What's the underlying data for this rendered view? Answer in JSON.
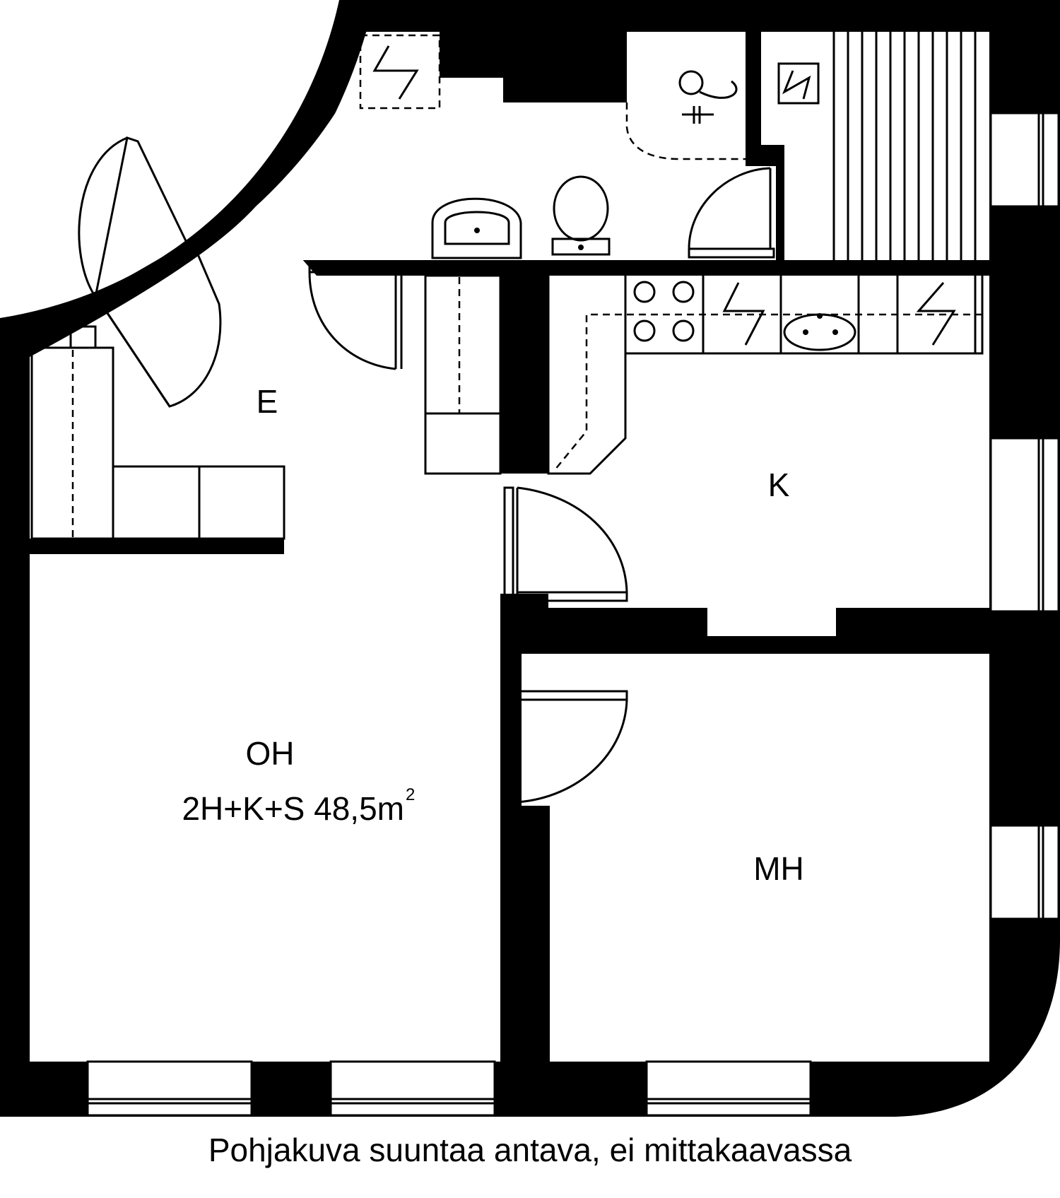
{
  "rooms": {
    "entrance": "E",
    "kitchen": "K",
    "living_room": "OH",
    "bedroom": "MH"
  },
  "apartment": {
    "type": "2H+K+S 48,5m",
    "area_superscript": "2"
  },
  "caption": "Pohjakuva suuntaa antava, ei mittakaavassa",
  "colors": {
    "wall": "#000000",
    "background": "#ffffff"
  }
}
